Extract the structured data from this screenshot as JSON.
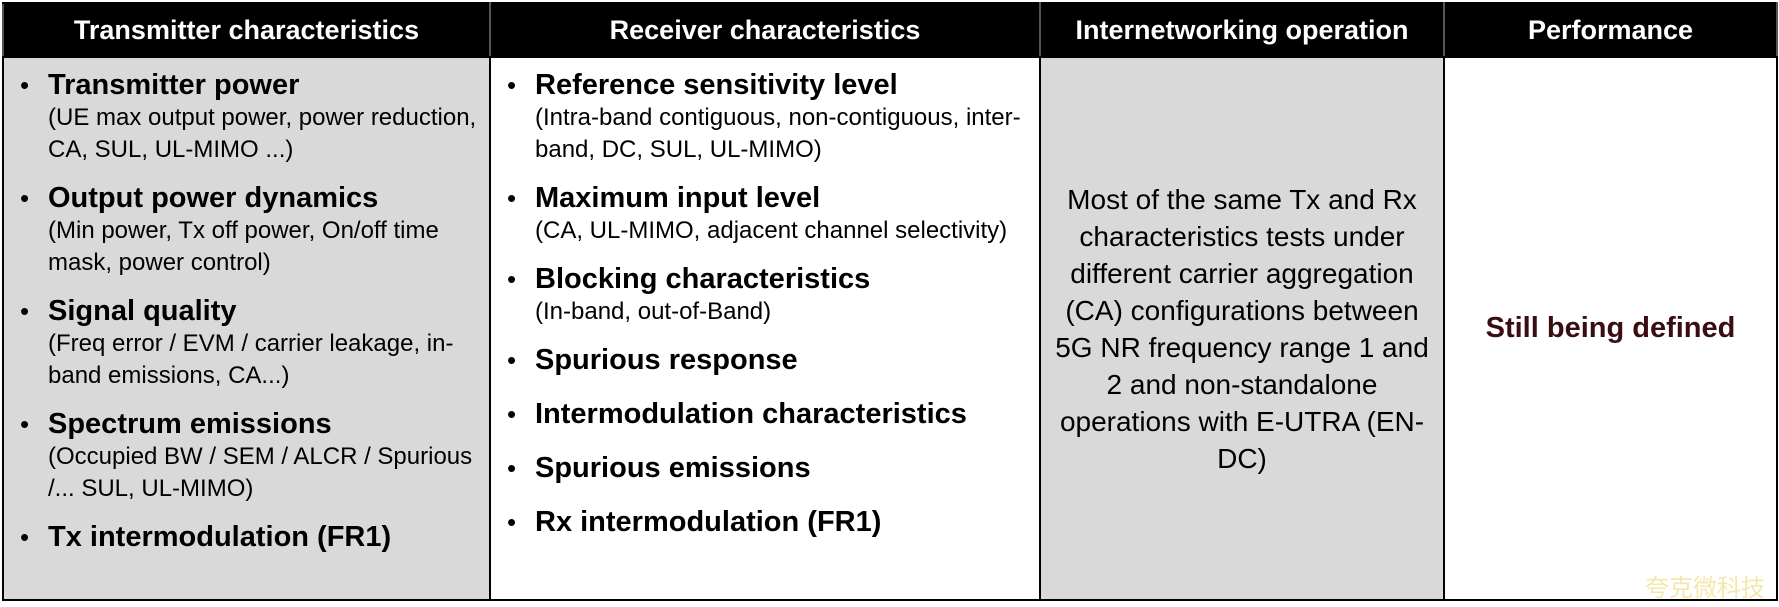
{
  "headers": [
    "Transmitter characteristics",
    "Receiver characteristics",
    "Internetworking operation",
    "Performance"
  ],
  "transmitter": [
    {
      "title": "Transmitter power",
      "detail": "(UE max output power, power reduction, CA, SUL, UL-MIMO ...)"
    },
    {
      "title": "Output power dynamics",
      "detail": "(Min power, Tx off power, On/off time mask, power control)"
    },
    {
      "title": "Signal quality",
      "detail": "(Freq error / EVM / carrier leakage, in-band emissions, CA...)"
    },
    {
      "title": "Spectrum emissions",
      "detail": "(Occupied BW / SEM / ALCR / Spurious /... SUL, UL-MIMO)"
    },
    {
      "title": "Tx intermodulation (FR1)",
      "detail": ""
    }
  ],
  "receiver": [
    {
      "title": "Reference sensitivity level",
      "detail": "(Intra-band contiguous, non-contiguous, inter-band, DC, SUL, UL-MIMO)"
    },
    {
      "title": "Maximum input level",
      "detail": "(CA, UL-MIMO, adjacent channel selectivity)"
    },
    {
      "title": "Blocking characteristics",
      "detail": "(In-band, out-of-Band)"
    },
    {
      "title": "Spurious response",
      "detail": ""
    },
    {
      "title": "Intermodulation characteristics",
      "detail": ""
    },
    {
      "title": "Spurious emissions",
      "detail": ""
    },
    {
      "title": "Rx intermodulation (FR1)",
      "detail": ""
    }
  ],
  "internetworking": "Most of the same Tx and Rx characteristics tests under different carrier aggregation (CA) configurations between 5G NR frequency range 1 and 2 and non-standalone operations with  E-UTRA (EN-DC)",
  "performance": "Still being defined",
  "watermark": "夸克微科技",
  "colors": {
    "header_bg": "#000000",
    "header_text": "#ffffff",
    "grey_cell": "#d9d9d9",
    "performance_text": "#3a0d12"
  }
}
